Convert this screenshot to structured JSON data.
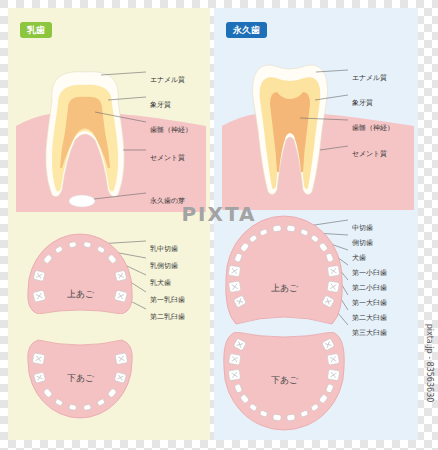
{
  "diagram": {
    "nodes": [
      {
        "text": [
          "乳歯"
        ]
      },
      {
        "text": [
          "上あご"
        ],
        "in": 0
      },
      {
        "text": [
          "下あご"
        ],
        "in": 0
      },
      {
        "text": [
          "永久歯"
        ]
      },
      {
        "text": [
          "上あご"
        ],
        "in": 3
      },
      {
        "text": [
          "下あご"
        ],
        "in": 3
      }
    ],
    "labels": [
      "エナメル質",
      "象牙質",
      "歯髄（神経）",
      "セメント質",
      "永久歯の芽",
      "乳中切歯",
      "乳側切歯",
      "乳犬歯",
      "第一乳臼歯",
      "第二乳臼歯",
      "エナメル質",
      "象牙質",
      "歯髄（神経）",
      "セメント質",
      "中切歯",
      "側切歯",
      "犬歯",
      "第一小臼歯",
      "第二小臼歯",
      "第一大臼歯",
      "第二大臼歯",
      "第三大臼歯",
      "PIXTA",
      "pixta.jp - 83563630"
    ]
  }
}
